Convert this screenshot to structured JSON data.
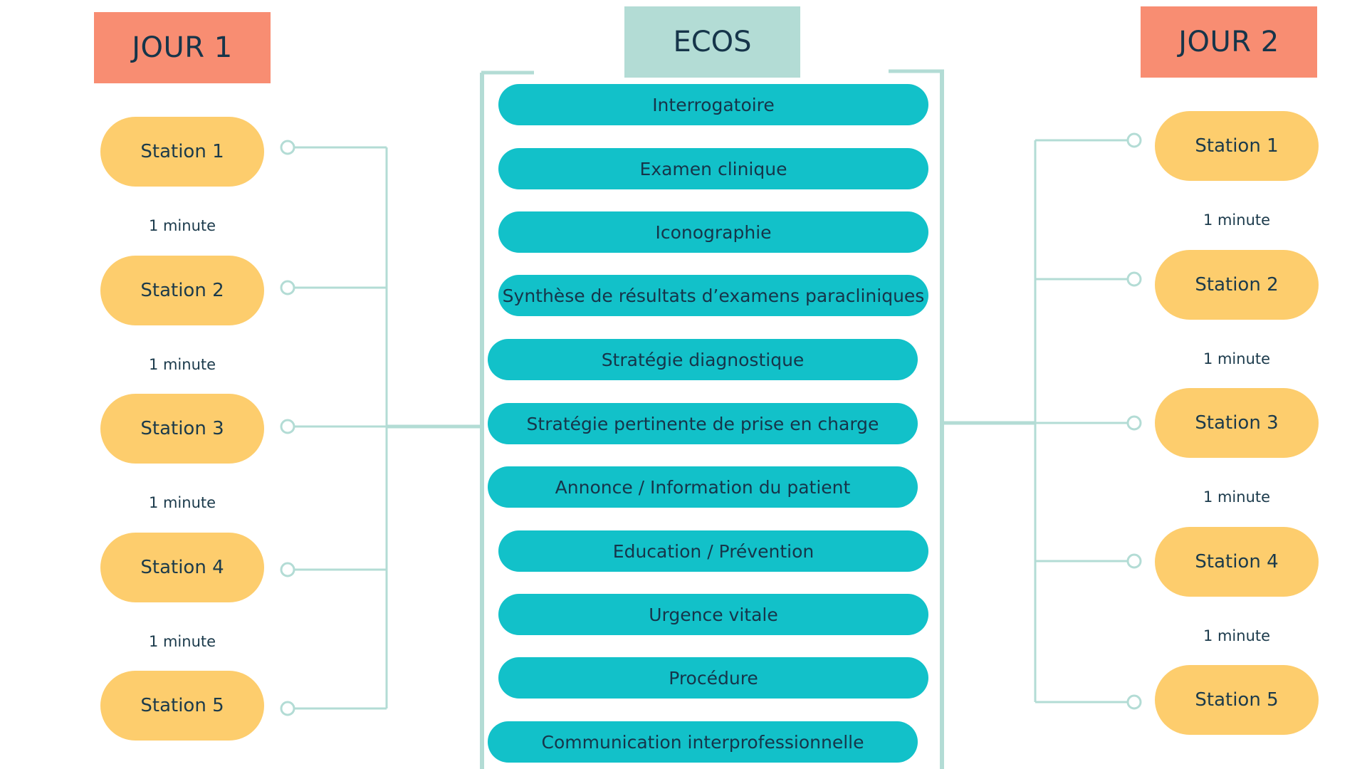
{
  "colors": {
    "day_header_bg": "#f88d72",
    "ecos_header_bg": "#b3dcd5",
    "station_bg": "#fdcd6d",
    "pill_bg": "#12c1c9",
    "line": "#b3dcd5",
    "text": "#16354a"
  },
  "ecos": {
    "title": "ECOS",
    "items": [
      "Interrogatoire",
      "Examen clinique",
      "Iconographie",
      "Synthèse de résultats d’examens paracliniques",
      "Stratégie diagnostique",
      "Stratégie pertinente de prise en charge",
      "Annonce / Information du patient",
      "Education / Prévention",
      "Urgence vitale",
      "Procédure",
      "Communication interprofessionnelle"
    ]
  },
  "day1": {
    "title": "JOUR 1",
    "stations": [
      "Station 1",
      "Station 2",
      "Station 3",
      "Station 4",
      "Station 5"
    ],
    "breaks": [
      "1 minute",
      "1 minute",
      "1 minute",
      "1 minute"
    ]
  },
  "day2": {
    "title": "JOUR 2",
    "stations": [
      "Station 1",
      "Station 2",
      "Station 3",
      "Station 4",
      "Station 5"
    ],
    "breaks": [
      "1 minute",
      "1 minute",
      "1 minute",
      "1 minute"
    ]
  }
}
